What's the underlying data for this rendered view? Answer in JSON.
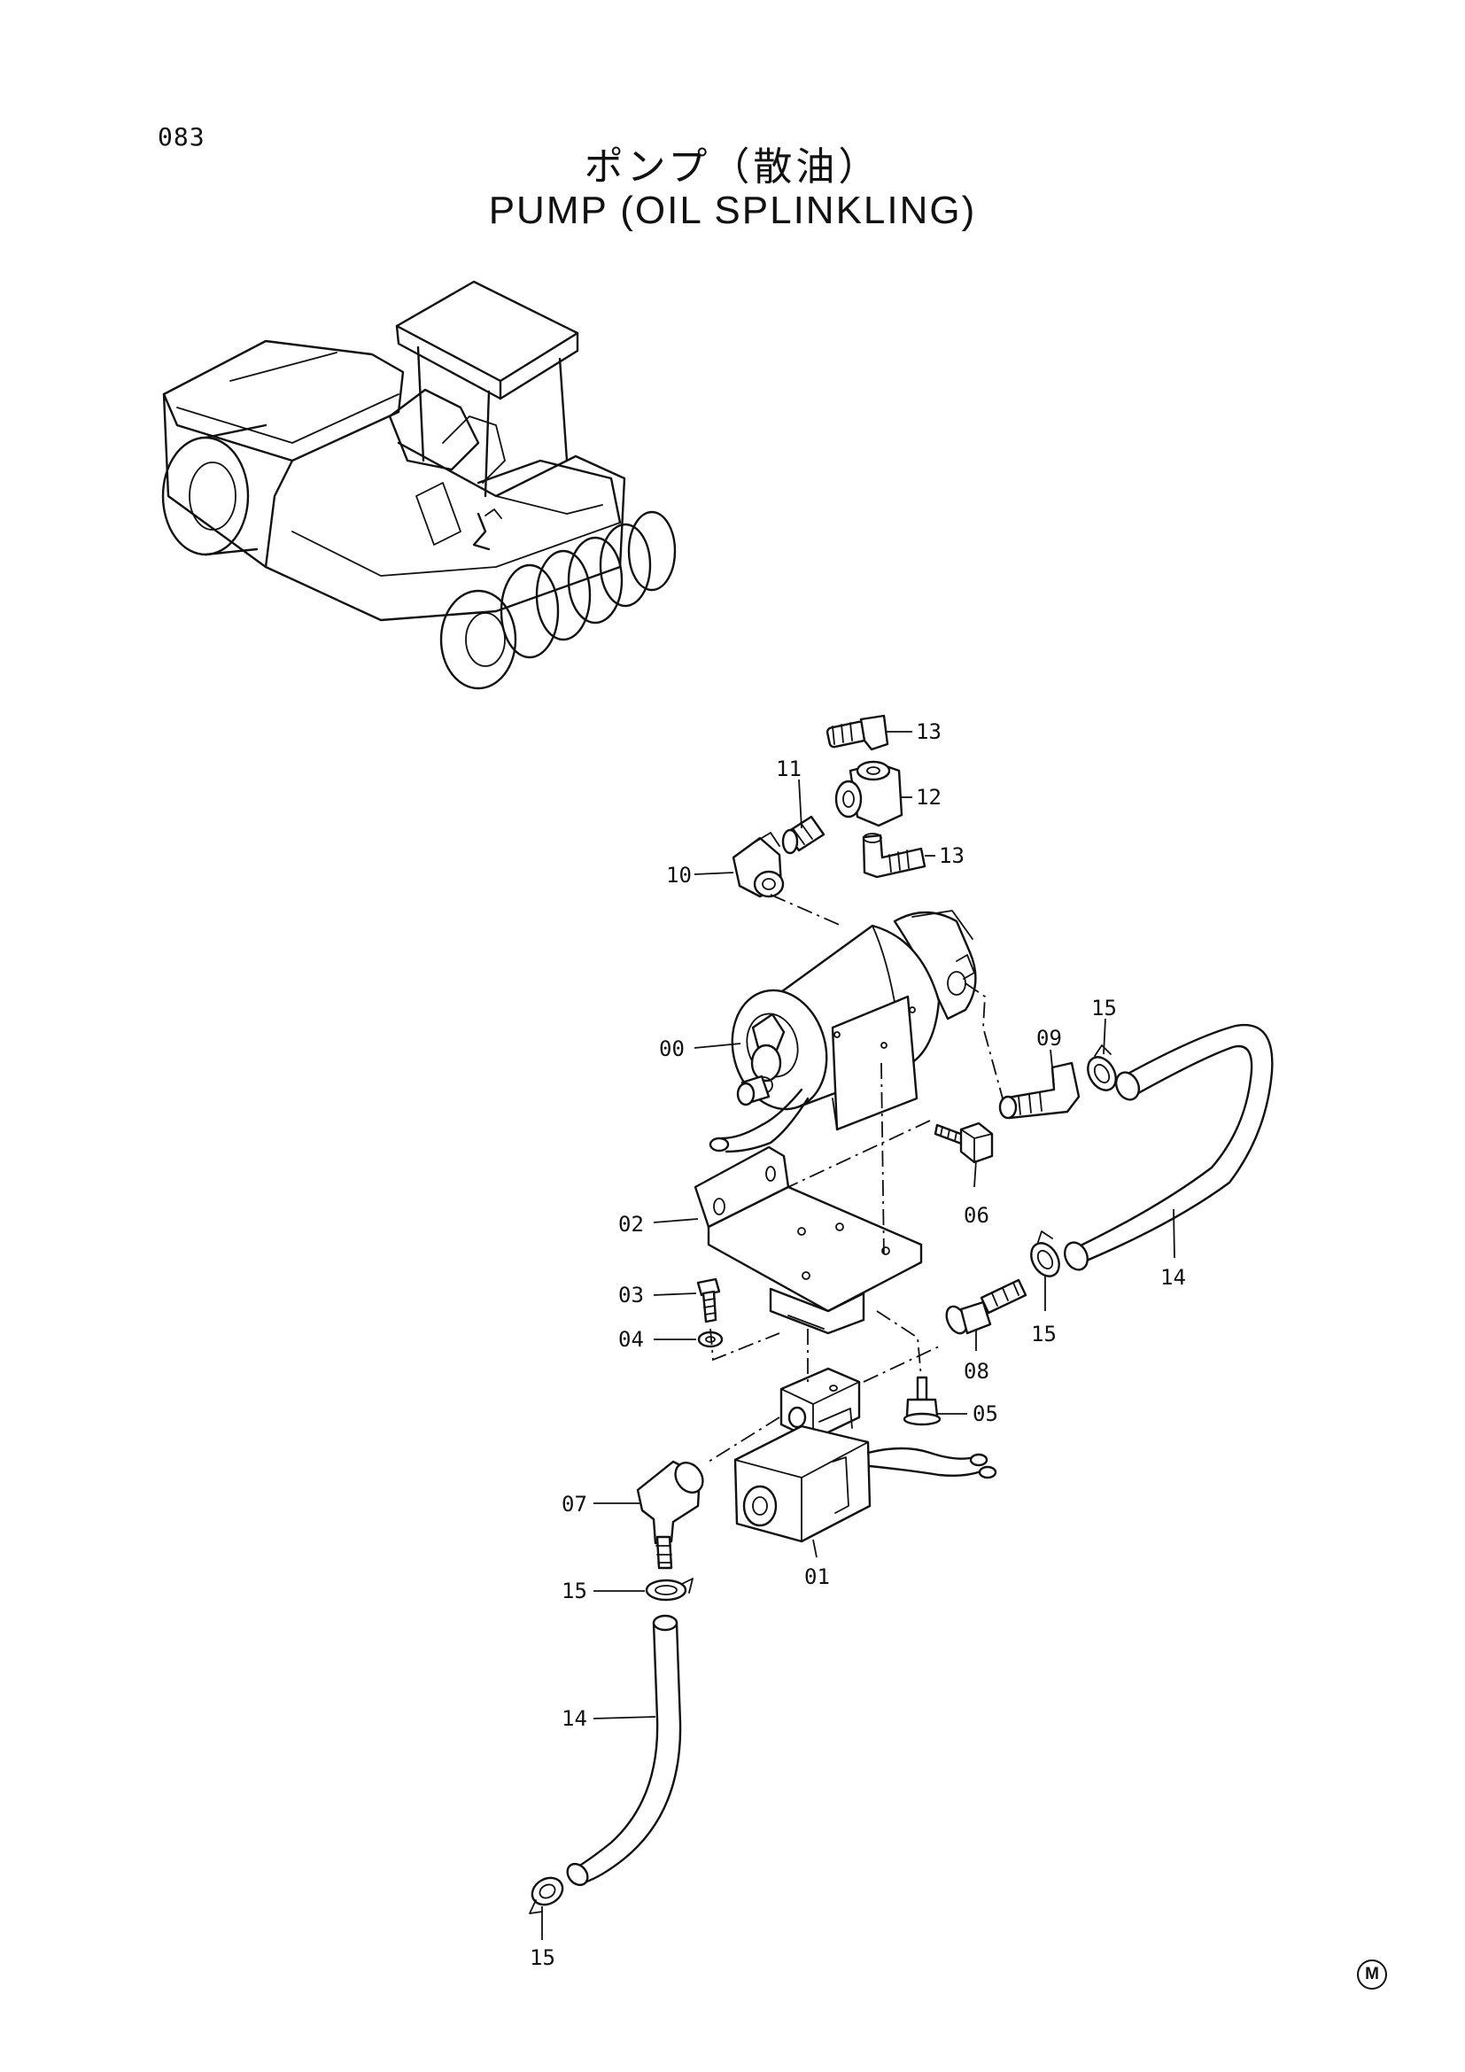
{
  "page": {
    "number": "083",
    "title_jp": "ポンプ（散油）",
    "title_en": "PUMP (OIL SPLINKLING)",
    "corner_mark": "M"
  },
  "callouts": [
    {
      "id": "c13a",
      "label": "13"
    },
    {
      "id": "c11",
      "label": "11"
    },
    {
      "id": "c12",
      "label": "12"
    },
    {
      "id": "c13b",
      "label": "13"
    },
    {
      "id": "c10",
      "label": "10"
    },
    {
      "id": "c15a",
      "label": "15"
    },
    {
      "id": "c09",
      "label": "09"
    },
    {
      "id": "c00",
      "label": "00"
    },
    {
      "id": "c06",
      "label": "06"
    },
    {
      "id": "c02",
      "label": "02"
    },
    {
      "id": "c14a",
      "label": "14"
    },
    {
      "id": "c03",
      "label": "03"
    },
    {
      "id": "c15b",
      "label": "15"
    },
    {
      "id": "c04",
      "label": "04"
    },
    {
      "id": "c08",
      "label": "08"
    },
    {
      "id": "c05",
      "label": "05"
    },
    {
      "id": "c07",
      "label": "07"
    },
    {
      "id": "c01",
      "label": "01"
    },
    {
      "id": "c15c",
      "label": "15"
    },
    {
      "id": "c14b",
      "label": "14"
    },
    {
      "id": "c15d",
      "label": "15"
    }
  ]
}
